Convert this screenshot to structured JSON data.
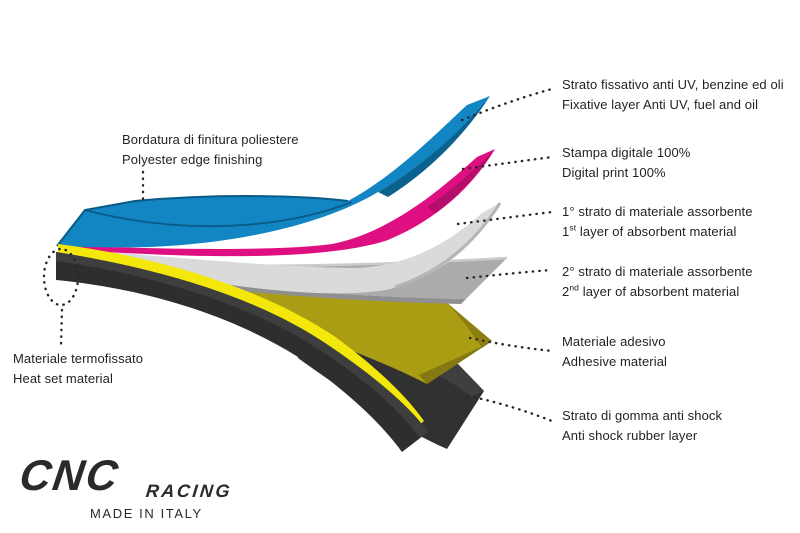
{
  "layers_diagram": {
    "right_labels": [
      {
        "it": "Strato fissativo anti UV, benzine ed oli",
        "en": "Fixative layer Anti UV, fuel and oil"
      },
      {
        "it": "Stampa digitale 100%",
        "en": "Digital print 100%"
      },
      {
        "it": "1° strato di materiale assorbente",
        "en_num": "1",
        "en_ord": "st",
        "en_rest": " layer of absorbent material"
      },
      {
        "it": "2° strato di materiale assorbente",
        "en_num": "2",
        "en_ord": "nd",
        "en_rest": " layer of absorbent material"
      },
      {
        "it": "Materiale adesivo",
        "en": "Adhesive material"
      },
      {
        "it": "Strato di gomma anti shock",
        "en": "Anti shock rubber layer"
      }
    ],
    "left_labels": [
      {
        "it": "Bordatura di finitura poliestere",
        "en": "Polyester edge finishing"
      },
      {
        "it": "Materiale termofissato",
        "en": "Heat set material"
      }
    ],
    "layer_colors": {
      "fixative_blue": "#1186c3",
      "print_magenta": "#de0f81",
      "absorbent1_lightgray": "#dadadb",
      "absorbent2_gray": "#ababab",
      "adhesive_olive": "#ab9d13",
      "adhesive_stripe_yellow": "#f3e70c",
      "rubber_black": "#313131",
      "mat_black": "#2e2e2e"
    }
  },
  "logo": {
    "brand": "CNC",
    "sub": "RACING",
    "tagline": "MADE IN ITALY"
  }
}
